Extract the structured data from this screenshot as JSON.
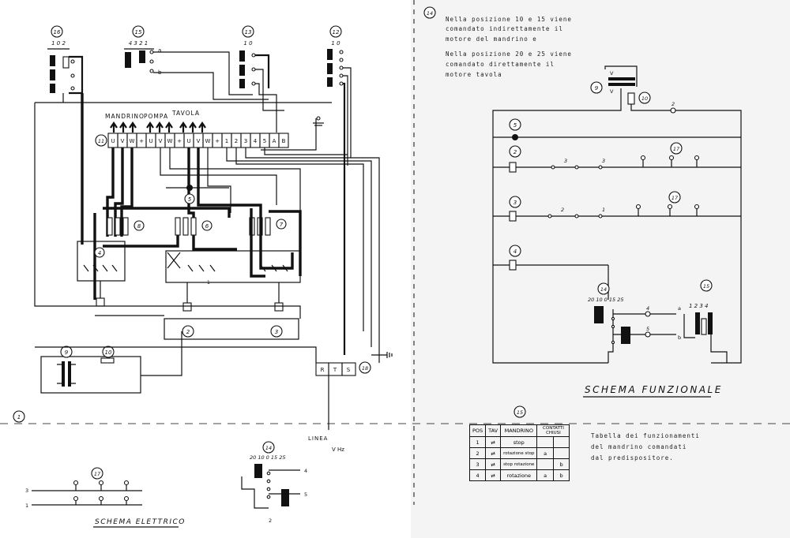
{
  "left": {
    "panel_labels": [
      "MANDRINO",
      "POMPA",
      "TAVOLA"
    ],
    "terminals_motor": [
      "U",
      "V",
      "W",
      "+",
      "U",
      "V",
      "W",
      "+",
      "U",
      "V",
      "W",
      "+"
    ],
    "terminals_aux": [
      "1",
      "2",
      "3",
      "4",
      "5",
      "A",
      "B"
    ],
    "switch16": {
      "number": "16",
      "positions": "1 0 2"
    },
    "switch15": {
      "number": "15",
      "positions": "4 3 2 1",
      "contact_a": "a",
      "contact_b": "b"
    },
    "switch13": {
      "number": "13",
      "positions": "1 0"
    },
    "switch12": {
      "number": "12",
      "positions": "1 0"
    },
    "labels": {
      "n11": "11",
      "n5": "5",
      "n8": "8",
      "n6": "6",
      "n7": "7",
      "n4": "4",
      "n2": "2",
      "n3": "3",
      "n9": "9",
      "n10": "10",
      "n18": "18",
      "n1": "1",
      "rts": [
        "R",
        "T",
        "S"
      ],
      "line": "LINEA",
      "vhz": "V   Hz",
      "one": "1"
    },
    "switch14": {
      "number": "14",
      "positions": "20 10 0  15 25",
      "w4": "4",
      "w5": "5",
      "w2": "2"
    },
    "switch17": {
      "number": "17",
      "w3": "3",
      "w1": "1"
    },
    "title": "SCHEMA  ELETTRICO"
  },
  "right": {
    "number": "14",
    "note_lines": [
      "Nella  posizione  10  e  15  viene",
      "comandato  indirettamente  il",
      "motore  del  mandrino    e",
      "Nella  posizione  20  e  25  viene",
      "comandato  direttamente  il",
      "motore  tavola"
    ],
    "labels": {
      "n9": "9",
      "n10": "10",
      "vtop": "V",
      "vbot": "V",
      "w2": "2",
      "n5": "5",
      "n2": "2",
      "n3": "3",
      "n4": "4",
      "n17a": "17",
      "n17b": "17",
      "w3a": "3",
      "w3b": "3",
      "w2a": "2",
      "w1": "1",
      "n14": "14",
      "n14pos": "20 10  0  15  25",
      "n15": "15",
      "n15pos": "1 2 3  4",
      "a": "a",
      "b": "b",
      "c4": "4",
      "c5": "5"
    },
    "title": "SCHEMA   FUNZIONALE",
    "table_number": "15",
    "table_headers": [
      "POS",
      "TAV",
      "MANDRINO",
      "CONTATTI CHIUSI"
    ],
    "table_rows": [
      {
        "pos": "1",
        "tav": "⇄",
        "mandrino": "stop",
        "c1": "",
        "c2": ""
      },
      {
        "pos": "2",
        "tav": "⇄",
        "mandrino": "rotazione stop",
        "c1": "a",
        "c2": ""
      },
      {
        "pos": "3",
        "tav": "⇄",
        "mandrino": "stop rotazione",
        "c1": "",
        "c2": "b"
      },
      {
        "pos": "4",
        "tav": "⇄",
        "mandrino": "rotazione",
        "c1": "a",
        "c2": "b"
      }
    ],
    "table_caption": [
      "Tabella  dei  funzionamenti",
      "del  mandrino  comandati",
      "dal  predispositore."
    ]
  }
}
